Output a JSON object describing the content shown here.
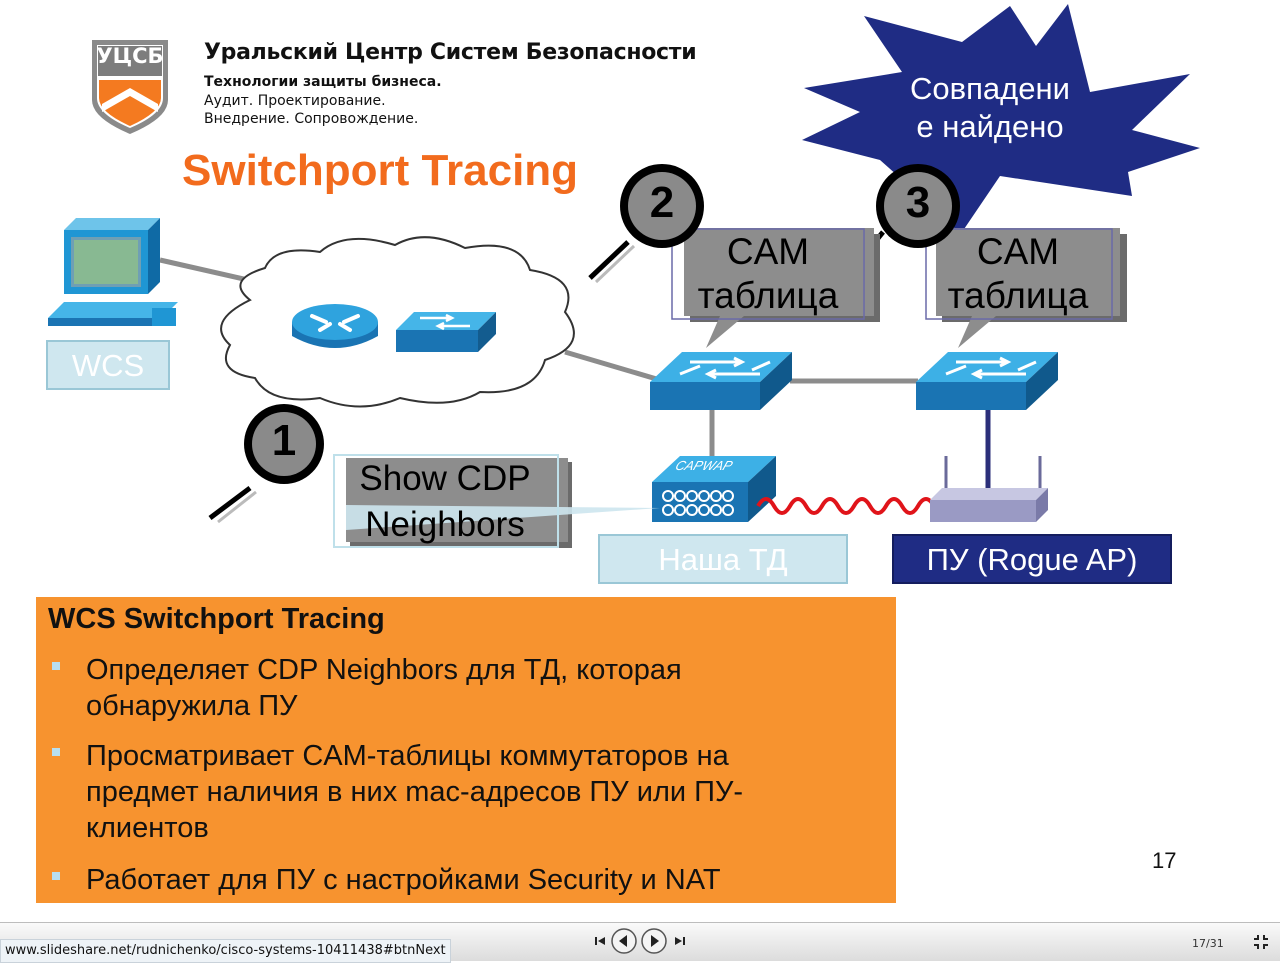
{
  "logo": {
    "badge": "УЦСБ",
    "company": "Уральский Центр Систем Безопасности",
    "line1": "Технологии защиты бизнеса.",
    "line2": "Аудит. Проектирование.",
    "line3": "Внедрение. Сопровождение."
  },
  "slide": {
    "title": "Switchport Tracing",
    "burst_line1": "Совпадени",
    "burst_line2": "е найдено",
    "step1": "1",
    "step2": "2",
    "step3": "3",
    "cam1_line1": "CAM",
    "cam1_line2": "таблица",
    "cam2_line1": "CAM",
    "cam2_line2": "таблица",
    "cdp_line1": "Show CDP",
    "cdp_line2": "Neighbors",
    "wcs_label": "WCS",
    "ap_label": "Наша ТД",
    "rogue_label": "ПУ (Rogue AP)",
    "capwap": "CAPWAP",
    "page_number": "17"
  },
  "box": {
    "heading": "WCS Switchport Tracing",
    "bullets": [
      [
        "Определяет CDP Neighbors для ТД, которая",
        "обнаружила ПУ"
      ],
      [
        "Просматривает CAM-таблицы коммутаторов на",
        "предмет наличия в них mac-адресов ПУ или ПУ-",
        "клиентов"
      ],
      [
        "Работает для ПУ с настройками Security и NAT"
      ]
    ]
  },
  "viewer": {
    "url": "www.slideshare.net/rudnichenko/cisco-systems-10411438#btnNext",
    "counter": "17/31",
    "current_slide": 17,
    "total_slides": 31
  },
  "colors": {
    "title": "#f26b1d",
    "burst": "#1f2c84",
    "switch": "#1f96d4",
    "orange_box": "#f7932f",
    "rogue_box": "#1f2c84",
    "label_box": "#cfe7ef"
  }
}
